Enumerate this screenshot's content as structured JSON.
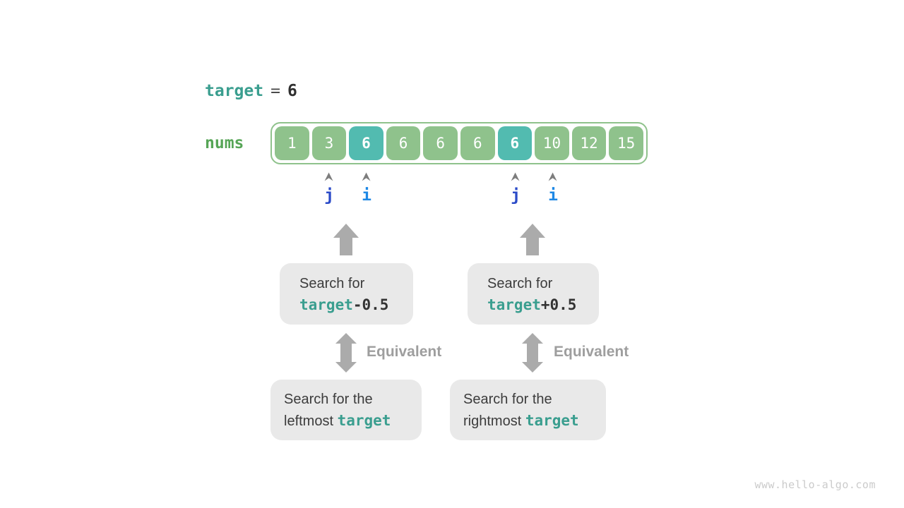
{
  "title": {
    "code": "target",
    "equals": "=",
    "value": "6"
  },
  "array": {
    "label": "nums",
    "cells": [
      {
        "value": "1",
        "highlight": false
      },
      {
        "value": "3",
        "highlight": false
      },
      {
        "value": "6",
        "highlight": true
      },
      {
        "value": "6",
        "highlight": false
      },
      {
        "value": "6",
        "highlight": false
      },
      {
        "value": "6",
        "highlight": false
      },
      {
        "value": "6",
        "highlight": true
      },
      {
        "value": "10",
        "highlight": false
      },
      {
        "value": "12",
        "highlight": false
      },
      {
        "value": "15",
        "highlight": false
      }
    ]
  },
  "pointers": [
    {
      "name": "j",
      "cell_index": 1,
      "color": "#2B4BC8"
    },
    {
      "name": "i",
      "cell_index": 2,
      "color": "#1E88E5"
    },
    {
      "name": "j",
      "cell_index": 6,
      "color": "#2B4BC8"
    },
    {
      "name": "i",
      "cell_index": 7,
      "color": "#1E88E5"
    }
  ],
  "search_boxes": {
    "left": {
      "line1": "Search for",
      "code": "target",
      "suffix": "-0.5"
    },
    "right": {
      "line1": "Search for",
      "code": "target",
      "suffix": "+0.5"
    }
  },
  "equivalence": {
    "left_label": "Equivalent",
    "right_label": "Equivalent"
  },
  "result_boxes": {
    "left": {
      "line1": "Search for the",
      "line2_prefix": "leftmost ",
      "code": "target"
    },
    "right": {
      "line1": "Search for the",
      "line2_prefix": "rightmost ",
      "code": "target"
    }
  },
  "watermark": "www.hello-algo.com",
  "colors": {
    "cell_green": "#8FC28C",
    "cell_teal": "#52BBB0",
    "frame_border": "#8FC28C",
    "code_teal": "#3A9E8F",
    "nums_green": "#56A556",
    "arrow_gray": "#ABABAB",
    "caret_gray": "#7D7D7D",
    "box_bg": "#E9E9E9",
    "text_dark": "#3C3C3C",
    "equivalent_gray": "#9E9E9E",
    "watermark_gray": "#CBCBCB"
  }
}
